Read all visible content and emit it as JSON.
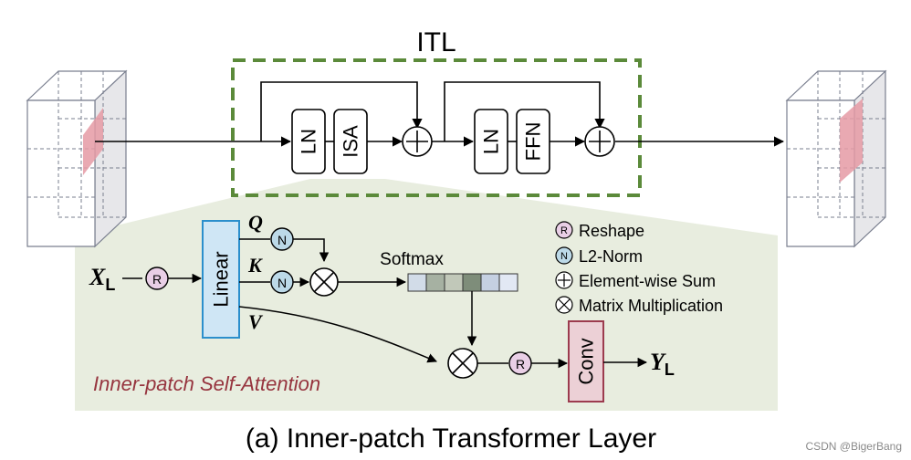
{
  "itl_title": "ITL",
  "blocks": {
    "ln1": "LN",
    "isa": "ISA",
    "ln2": "LN",
    "ffn": "FFN",
    "linear": "Linear",
    "conv": "Conv"
  },
  "symbols": {
    "reshape": "R",
    "norm": "N",
    "sum": "+",
    "matmul": "×"
  },
  "variables": {
    "x_main": "X",
    "x_sub": "L",
    "q": "Q",
    "k": "K",
    "v": "V",
    "y_main": "Y",
    "y_sub": "L"
  },
  "softmax_label": "Softmax",
  "softmax_cells": [
    "#d2dce8",
    "#a6b1a2",
    "#c1c8b9",
    "#7e8d7a",
    "#c5d0e2",
    "#e2e8f4"
  ],
  "legend": [
    {
      "symbol": "R",
      "label": "Reshape"
    },
    {
      "symbol": "N",
      "label": "L2-Norm"
    },
    {
      "symbol": "+",
      "label": "Element-wise Sum"
    },
    {
      "symbol": "×",
      "label": "Matrix Multiplication"
    }
  ],
  "subpanel_label": "Inner-patch Self-Attention",
  "caption": "(a) Inner-patch Transformer Layer",
  "watermark": "CSDN @BigerBang",
  "colors": {
    "dashed_border": "#5b8a3a",
    "subpanel_bg": "#e8eddf",
    "linear_fill": "#cfe6f5",
    "linear_stroke": "#2b8fcc",
    "conv_fill": "#ecd0d6",
    "conv_stroke": "#9c3b4e",
    "reshape_fill": "#e9cfe6",
    "norm_fill": "#bcd9e8",
    "patch_highlight": "#e59aa4",
    "subpanel_text": "#96343e"
  }
}
